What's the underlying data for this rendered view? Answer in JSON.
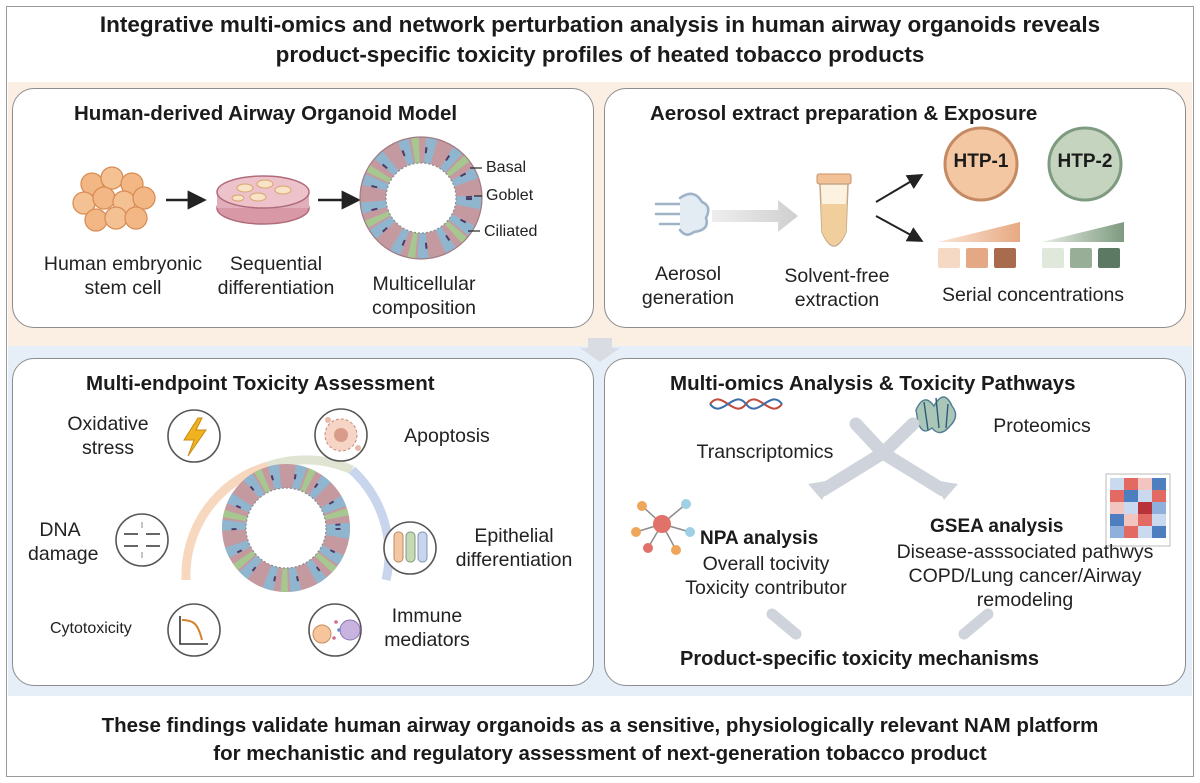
{
  "title": {
    "line1": "Integrative multi-omics and network perturbation analysis in human airway organoids reveals",
    "line2": "product-specific toxicity profiles of heated tobacco products"
  },
  "panels": {
    "organoid": {
      "title": "Human-derived Airway Organoid Model",
      "stem_cell": [
        "Human embryonic",
        "stem cell"
      ],
      "differentiation": [
        "Sequential",
        "differentiation"
      ],
      "composition": [
        "Multicellular",
        "composition"
      ],
      "cell_types": [
        "Basal",
        "Goblet",
        "Ciliated"
      ]
    },
    "aerosol": {
      "title": "Aerosol extract preparation & Exposure",
      "generation": [
        "Aerosol",
        "generation"
      ],
      "extraction": [
        "Solvent-free",
        "extraction"
      ],
      "products": [
        "HTP-1",
        "HTP-2"
      ],
      "concentrations": "Serial concentrations"
    },
    "toxicity": {
      "title": "Multi-endpoint Toxicity Assessment",
      "oxidative": [
        "Oxidative",
        "stress"
      ],
      "apoptosis": "Apoptosis",
      "dna": [
        "DNA",
        "damage"
      ],
      "epithelial": [
        "Epithelial",
        "differentiation"
      ],
      "cytotoxicity": "Cytotoxicity",
      "immune": [
        "Immune",
        "mediators"
      ]
    },
    "omics": {
      "title": "Multi-omics Analysis &  Toxicity Pathways",
      "transcriptomics": "Transcriptomics",
      "proteomics": "Proteomics",
      "npa_title": "NPA analysis",
      "npa_lines": [
        "Overall tocivity",
        "Toxicity contributor"
      ],
      "gsea_title": "GSEA analysis",
      "gsea_lines": [
        "Disease-asssociated pathwys",
        "COPD/Lung cancer/Airway",
        "remodeling"
      ],
      "conclusion": "Product-specific toxicity mechanisms"
    }
  },
  "footer": {
    "line1": "These findings validate human airway organoids as a sensitive, physiologically relevant NAM platform",
    "line2": "for mechanistic and regulatory assessment of next-generation tobacco product"
  },
  "colors": {
    "top_band": "#fbeee3",
    "bottom_band": "#e6eef8",
    "htp1": "#f3c7a2",
    "htp2": "#c5d4bf"
  }
}
